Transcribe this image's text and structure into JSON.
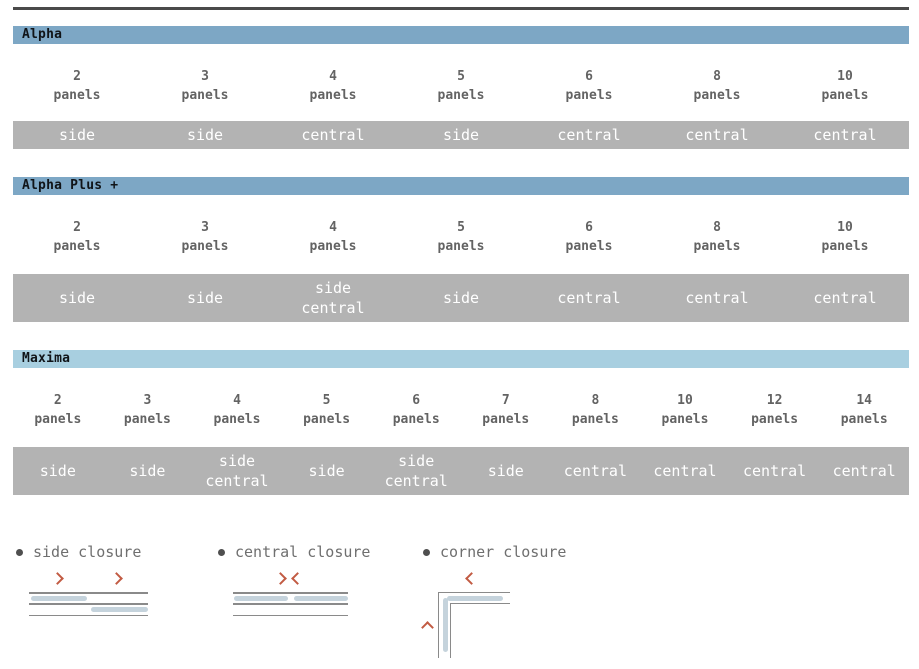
{
  "labels": {
    "panels": "panels"
  },
  "sections": [
    {
      "title": "Alpha",
      "header_color": "#7da7c5",
      "columns": [
        {
          "count": "2",
          "closure": "side"
        },
        {
          "count": "3",
          "closure": "side"
        },
        {
          "count": "4",
          "closure": "central"
        },
        {
          "count": "5",
          "closure": "side"
        },
        {
          "count": "6",
          "closure": "central"
        },
        {
          "count": "8",
          "closure": "central"
        },
        {
          "count": "10",
          "closure": "central"
        }
      ]
    },
    {
      "title": "Alpha Plus +",
      "header_color": "#7da7c5",
      "columns": [
        {
          "count": "2",
          "closure": "side"
        },
        {
          "count": "3",
          "closure": "side"
        },
        {
          "count": "4",
          "closure": "side\ncentral"
        },
        {
          "count": "5",
          "closure": "side"
        },
        {
          "count": "6",
          "closure": "central"
        },
        {
          "count": "8",
          "closure": "central"
        },
        {
          "count": "10",
          "closure": "central"
        }
      ]
    },
    {
      "title": "Maxima",
      "header_color": "#a8cfe0",
      "columns": [
        {
          "count": "2",
          "closure": "side"
        },
        {
          "count": "3",
          "closure": "side"
        },
        {
          "count": "4",
          "closure": "side\ncentral"
        },
        {
          "count": "5",
          "closure": "side"
        },
        {
          "count": "6",
          "closure": "side\ncentral"
        },
        {
          "count": "7",
          "closure": "side"
        },
        {
          "count": "8",
          "closure": "central"
        },
        {
          "count": "10",
          "closure": "central"
        },
        {
          "count": "12",
          "closure": "central"
        },
        {
          "count": "14",
          "closure": "central"
        }
      ]
    }
  ],
  "legend": {
    "side_label": "side closure",
    "central_label": "central closure",
    "corner_label": "corner closure"
  },
  "colors": {
    "rule_dark": "#4a4a4a",
    "header_blue": "#7da7c5",
    "maxima_blue": "#a8cfe0",
    "band_gray": "#b3b3b3",
    "band_text": "#ffffff",
    "column_text": "#636363",
    "legend_text": "#6f6f6f",
    "diagram_line": "#8a8a8a",
    "diagram_blue": "#c5d3dc",
    "accent_red": "#c25b43"
  }
}
